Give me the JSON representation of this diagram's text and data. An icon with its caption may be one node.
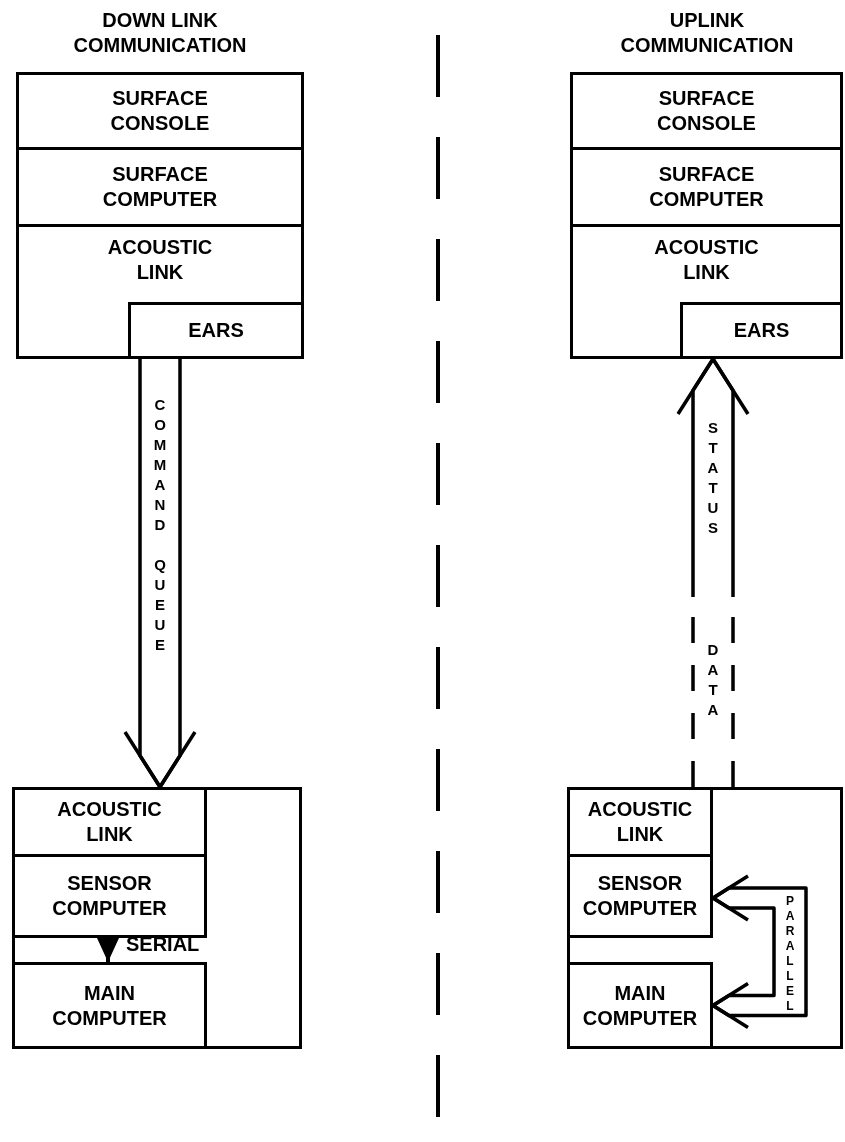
{
  "diagram": {
    "nodes": [
      {
        "text": [],
        "shape": "box"
      },
      {
        "text": [
          "SURFACE CONSOLE"
        ],
        "in": 0
      },
      {
        "text": [
          "SURFACE COMPUTER"
        ],
        "in": 0
      },
      {
        "text": [
          "ACOUSTIC LINK"
        ],
        "in": 0
      },
      {
        "text": [
          "EARS"
        ],
        "in": 3
      },
      {
        "text": [],
        "shape": "box"
      },
      {
        "text": [
          "ACOUSTIC LINK"
        ],
        "in": 5
      },
      {
        "text": [
          "SENSOR COMPUTER"
        ],
        "in": 5
      },
      {
        "text": [
          "MAIN COMPUTER"
        ],
        "in": 5
      },
      {
        "text": [],
        "shape": "box"
      },
      {
        "text": [
          "SURFACE CONSOLE"
        ],
        "in": 9
      },
      {
        "text": [
          "SURFACE COMPUTER"
        ],
        "in": 9
      },
      {
        "text": [
          "ACOUSTIC LINK"
        ],
        "in": 9
      },
      {
        "text": [
          "EARS"
        ],
        "in": 12
      },
      {
        "text": [],
        "shape": "box"
      },
      {
        "text": [
          "ACOUSTIC LINK"
        ],
        "in": 14
      },
      {
        "text": [
          "SENSOR COMPUTER"
        ],
        "in": 14
      },
      {
        "text": [
          "MAIN COMPUTER"
        ],
        "in": 14
      }
    ],
    "edges": [
      {
        "from": 4,
        "to": 6,
        "label": "COMMAND QUEUE",
        "arrow": "to"
      },
      {
        "from": 15,
        "to": 13,
        "label": "STATUS",
        "arrow": "to",
        "style": "dashed"
      },
      {
        "from": 7,
        "to": 8,
        "label": "SERIAL",
        "arrow": "to"
      },
      {
        "from": 16,
        "to": 17,
        "label": "PARALLEL",
        "arrow": "both"
      }
    ],
    "labels": [
      "DOWN LINK COMMUNICATION",
      "UPLINK COMMUNICATION",
      "DATA"
    ]
  }
}
